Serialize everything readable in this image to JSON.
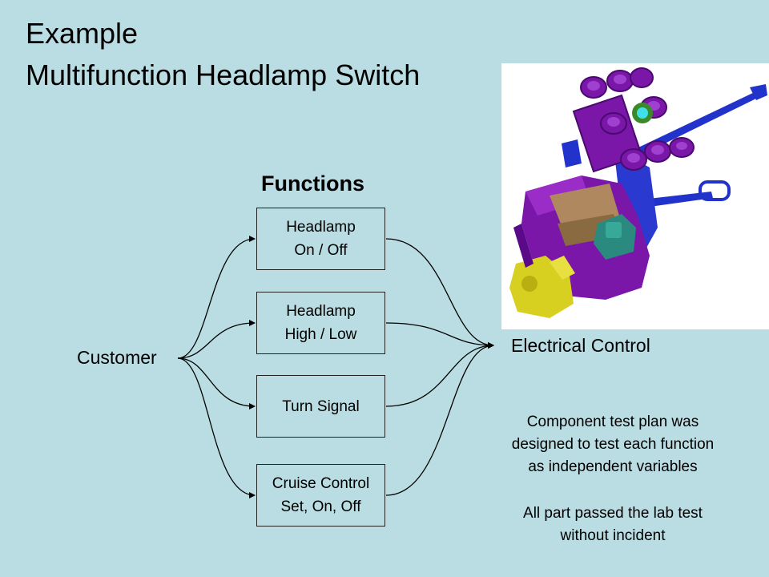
{
  "title": {
    "line1": "Example",
    "line2": "Multifunction Headlamp Switch"
  },
  "functions_heading": "Functions",
  "source_label": "Customer",
  "target_label": "Electrical Control",
  "functions": [
    {
      "line1": "Headlamp",
      "line2": "On / Off"
    },
    {
      "line1": "Headlamp",
      "line2": "High / Low"
    },
    {
      "line1": "Turn Signal",
      "line2": ""
    },
    {
      "line1": "Cruise Control",
      "line2": "Set, On, Off"
    }
  ],
  "notes": [
    {
      "line1": "Component test plan was",
      "line2": "designed to test each function",
      "line3": "as independent variables"
    },
    {
      "line1": "All part passed the lab test",
      "line2": "without incident"
    }
  ],
  "colors": {
    "background": "#b9dde2",
    "part_purple": "#7a16a8",
    "part_blue": "#2233cc",
    "part_yellow": "#d8d020",
    "part_teal": "#2a8a80"
  },
  "image": {
    "subject": "3D CAD render of multifunction headlamp switch assembly"
  }
}
